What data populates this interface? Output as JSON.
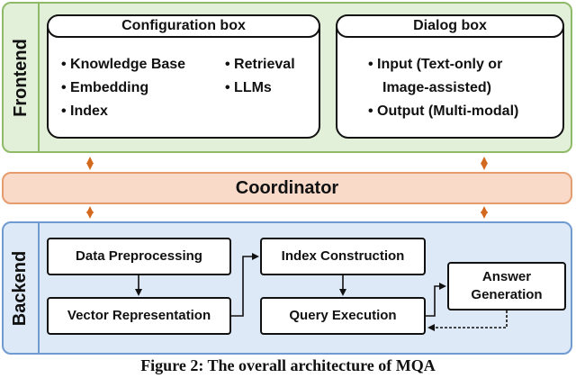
{
  "frontend": {
    "label": "Frontend",
    "config_box": {
      "title": "Configuration box",
      "items": [
        "Knowledge Base",
        "Retrieval",
        "Embedding",
        "LLMs",
        "Index"
      ]
    },
    "dialog_box": {
      "title": "Dialog box",
      "items": [
        "Input (Text-only or",
        "Image-assisted)",
        "Output (Multi-modal)"
      ]
    }
  },
  "coordinator": {
    "label": "Coordinator"
  },
  "backend": {
    "label": "Backend",
    "steps": {
      "data_preprocessing": "Data Preprocessing",
      "vector_representation": "Vector Representation",
      "index_construction": "Index Construction",
      "query_execution": "Query Execution",
      "answer_generation_line1": "Answer",
      "answer_generation_line2": "Generation"
    }
  },
  "caption": "Figure 2: The overall architecture of MQA",
  "colors": {
    "frontend_fill": "#e2efd9",
    "frontend_border": "#8fba68",
    "backend_fill": "#dde9f7",
    "backend_border": "#6f9bd1",
    "coordinator_fill": "#f9dac9",
    "coordinator_border": "#e59c6f",
    "arrow_orange": "#d2691e"
  }
}
